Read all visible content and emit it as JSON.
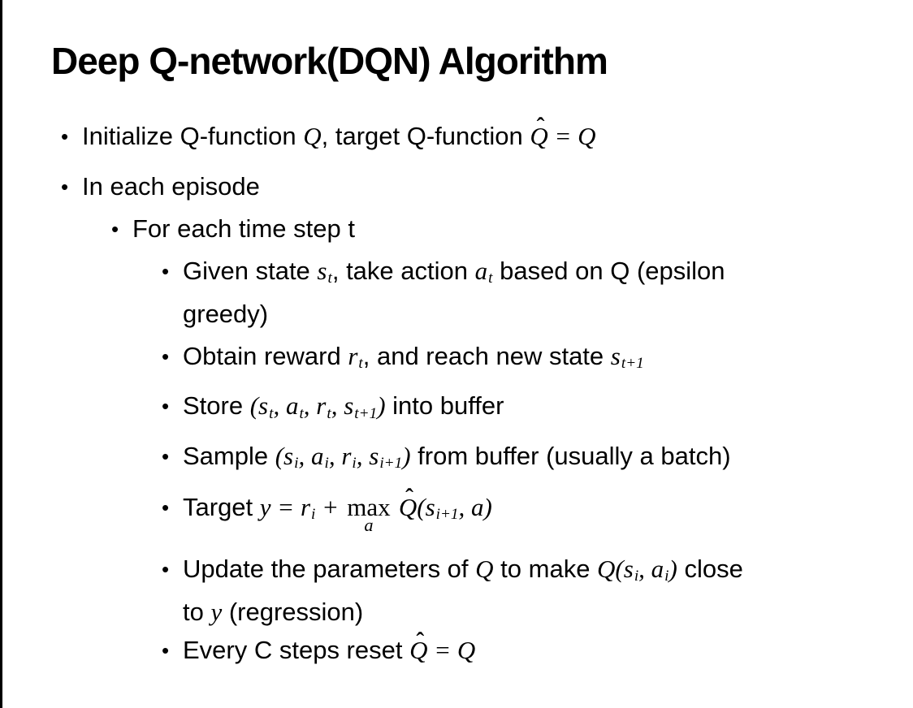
{
  "slide": {
    "title": "Deep Q-network(DQN) Algorithm",
    "bullet_char": "•",
    "hat_char": "ˆ",
    "colors": {
      "background": "#ffffff",
      "text": "#000000",
      "left_border": "#000000"
    }
  },
  "bullets": [
    {
      "level": 1,
      "segments": [
        {
          "t": "Initialize Q-function "
        },
        {
          "m": "Q"
        },
        {
          "t": ", target Q-function "
        },
        {
          "hat": "Q"
        },
        {
          "m": " = Q"
        }
      ]
    },
    {
      "level": 1,
      "segments": [
        {
          "t": "In each episode"
        }
      ]
    },
    {
      "level": 2,
      "segments": [
        {
          "t": "For each time step t"
        }
      ]
    },
    {
      "level": 3,
      "segments": [
        {
          "t": "Given state "
        },
        {
          "m": "s"
        },
        {
          "sub": "t"
        },
        {
          "t": ", take action "
        },
        {
          "m": "a"
        },
        {
          "sub": "t"
        },
        {
          "t": " based on Q (epsilon"
        }
      ]
    },
    {
      "level": 3,
      "cont": true,
      "segments": [
        {
          "t": "greedy)"
        }
      ]
    },
    {
      "level": 3,
      "segments": [
        {
          "t": "Obtain reward "
        },
        {
          "m": "r"
        },
        {
          "sub": "t"
        },
        {
          "t": ", and reach new state "
        },
        {
          "m": "s"
        },
        {
          "sub": "t+1"
        }
      ]
    },
    {
      "level": 3,
      "segments": [
        {
          "t": "Store "
        },
        {
          "m": "(s"
        },
        {
          "sub": "t"
        },
        {
          "m": ", a"
        },
        {
          "sub": "t"
        },
        {
          "m": ", r"
        },
        {
          "sub": "t"
        },
        {
          "m": ", s"
        },
        {
          "sub": "t+1"
        },
        {
          "m": ")"
        },
        {
          "t": " into buffer"
        }
      ]
    },
    {
      "level": 3,
      "segments": [
        {
          "t": "Sample "
        },
        {
          "m": "(s"
        },
        {
          "sub": "i"
        },
        {
          "m": ", a"
        },
        {
          "sub": "i"
        },
        {
          "m": ", r"
        },
        {
          "sub": "i"
        },
        {
          "m": ", s"
        },
        {
          "sub": "i+1"
        },
        {
          "m": ")"
        },
        {
          "t": " from buffer (usually a batch)"
        }
      ]
    },
    {
      "level": 3,
      "segments": [
        {
          "t": "Target "
        },
        {
          "m": "y = r"
        },
        {
          "sub": "i"
        },
        {
          "m": " + "
        },
        {
          "max": {
            "top": "max",
            "under": "a"
          }
        },
        {
          "m": " "
        },
        {
          "hat": "Q"
        },
        {
          "m": "(s"
        },
        {
          "sub": "i+1"
        },
        {
          "m": ", a)"
        }
      ]
    },
    {
      "level": 3,
      "segments": [
        {
          "t": "Update the parameters of "
        },
        {
          "m": "Q"
        },
        {
          "t": " to make "
        },
        {
          "m": "Q(s"
        },
        {
          "sub": "i"
        },
        {
          "m": ", a"
        },
        {
          "sub": "i"
        },
        {
          "m": ")"
        },
        {
          "t": " close"
        }
      ]
    },
    {
      "level": 3,
      "cont": true,
      "segments": [
        {
          "t": "to "
        },
        {
          "m": "y"
        },
        {
          "t": " (regression)"
        }
      ]
    },
    {
      "level": 3,
      "segments": [
        {
          "t": "Every C steps reset "
        },
        {
          "hat": "Q"
        },
        {
          "m": " = Q"
        }
      ]
    }
  ]
}
